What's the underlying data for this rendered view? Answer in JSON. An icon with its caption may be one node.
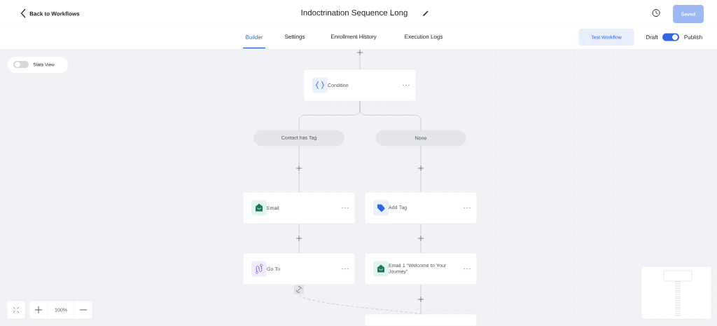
{
  "diagram": {
    "title": "Indoctrination Sequence Long",
    "nodes": [
      {
        "text": [
          "Condition"
        ]
      },
      {
        "text": [
          "Contact has Tag"
        ]
      },
      {
        "text": [
          "None"
        ]
      },
      {
        "text": [
          "Email"
        ]
      },
      {
        "text": [
          "Add Tag"
        ]
      },
      {
        "text": [
          "Go To"
        ]
      },
      {
        "text": [
          "Email 1 \"Welcome to Your Journey\""
        ]
      },
      {
        "text": [],
        "shape": "picture"
      },
      {
        "text": [],
        "shape": "box"
      }
    ],
    "edges": [
      {
        "from": null,
        "to": 0,
        "arrow": "none"
      },
      {
        "from": 0,
        "to": 1,
        "arrow": "none"
      },
      {
        "from": 0,
        "to": 2,
        "arrow": "none"
      },
      {
        "from": 1,
        "to": 3,
        "arrow": "none"
      },
      {
        "from": 2,
        "to": 4,
        "arrow": "none"
      },
      {
        "from": 3,
        "to": 5,
        "arrow": "none"
      },
      {
        "from": 4,
        "to": 6,
        "arrow": "none"
      },
      {
        "from": 6,
        "to": 8,
        "arrow": "none"
      },
      {
        "from": 7,
        "to": 8,
        "arrow": "none",
        "style": "dashed"
      }
    ],
    "labels": [
      "Back to Workflows",
      "Saved",
      "Builder",
      "Settings",
      "Enrollment History",
      "Execution Logs",
      "Test Workflow",
      "Draft",
      "Publish",
      "Stats View",
      "100%"
    ]
  }
}
